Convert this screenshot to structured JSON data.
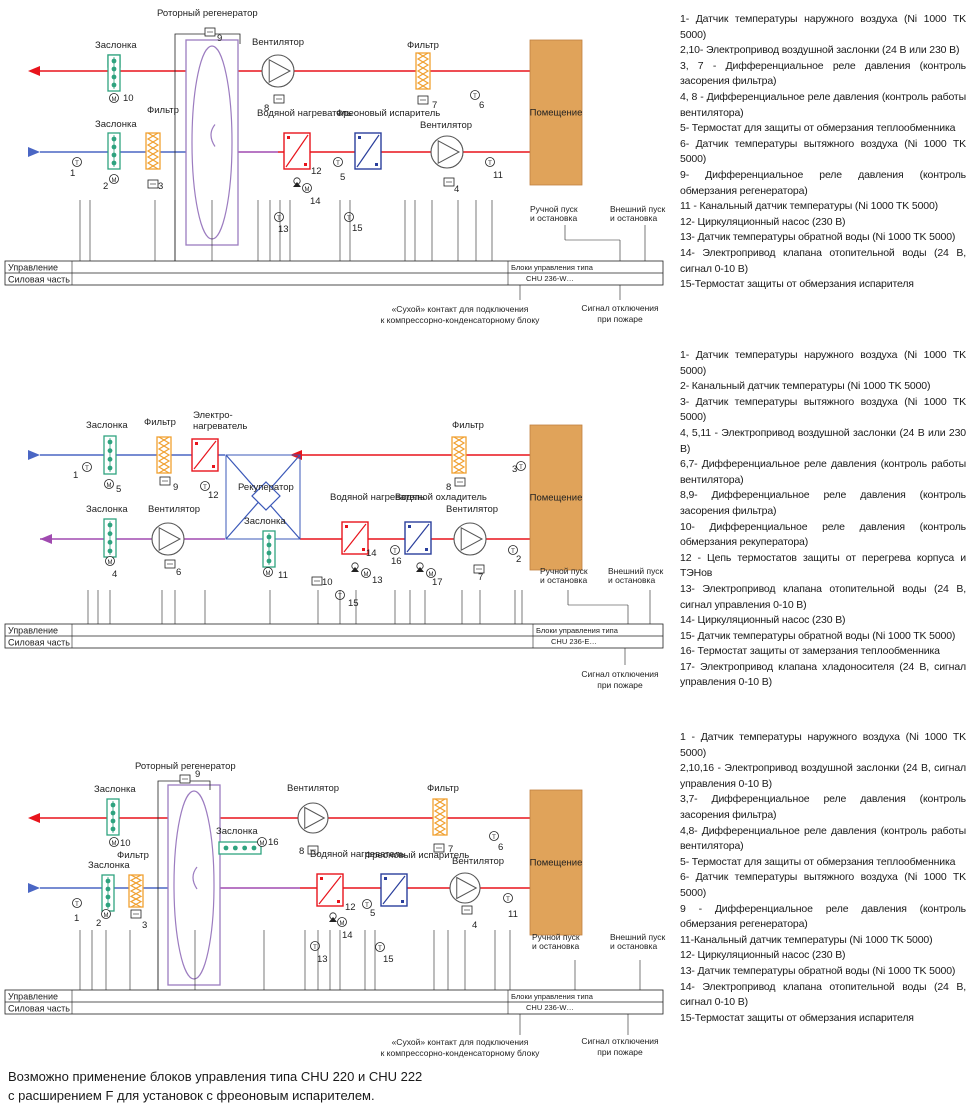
{
  "diagrams": [
    {
      "labels": {
        "regen": "Роторный регенератор",
        "damper_top": "Заслонка",
        "damper_bottom": "Заслонка",
        "filter_in": "Фильтр",
        "fan_top": "Вентилятор",
        "heater": "Водяной нагреватель",
        "evaporator": "Фреоновый испаритель",
        "filter_top": "Фильтр",
        "fan_bottom": "Вентилятор",
        "room": "Помещение",
        "manual": "Ручной пуск и остановка",
        "external": "Внешний пуск и остановка",
        "control": "Управление",
        "power": "Силовая часть",
        "blocks": "Блоки управления типа CHU 236-W…",
        "dry_contact": "«Сухой» контакт для подключения к компрессорно-конденсаторному блоку",
        "fire": "Сигнал отключения при пожаре"
      },
      "numbers": [
        "1",
        "2",
        "3",
        "4",
        "5",
        "6",
        "7",
        "8",
        "9",
        "10",
        "11",
        "12",
        "13",
        "14",
        "15"
      ]
    },
    {
      "labels": {
        "damper_top": "Заслонка",
        "filter_in": "Фильтр",
        "el_heater": "Электро-нагреватель",
        "recuperator": "Рекуператор",
        "filter_top": "Фильтр",
        "room": "Помещение",
        "damper_bottom": "Заслонка",
        "fan_bottom": "Вентилятор",
        "damper_bypass": "Заслонка",
        "heater": "Водяной нагреватель",
        "cooler": "Водяной охладитель",
        "fan_in": "Вентилятор",
        "manual": "Ручной пуск и остановка",
        "external": "Внешний пуск и остановка",
        "control": "Управление",
        "power": "Силовая часть",
        "blocks": "Блоки управления типа CHU 236-E…",
        "fire": "Сигнал отключения при пожаре"
      },
      "numbers": [
        "1",
        "2",
        "3",
        "4",
        "5",
        "6",
        "7",
        "8",
        "9",
        "10",
        "11",
        "12",
        "13",
        "14",
        "15",
        "16",
        "17"
      ]
    },
    {
      "labels": {
        "regen": "Роторный регенератор",
        "damper_top": "Заслонка",
        "damper_bottom": "Заслонка",
        "filter_in": "Фильтр",
        "fan_top": "Вентилятор",
        "damper_bypass": "Заслонка",
        "heater": "Водяной нагреватель",
        "evaporator": "Фреоновый испаритель",
        "filter_top": "Фильтр",
        "fan_bottom": "Вентилятор",
        "room": "Помещение",
        "manual": "Ручной пуск и остановка",
        "external": "Внешний пуск и остановка",
        "control": "Управление",
        "power": "Силовая часть",
        "blocks": "Блоки управления типа CHU 236-W…",
        "dry_contact": "«Сухой» контакт для подключения к компрессорно-конденсаторному блоку",
        "fire": "Сигнал отключения при пожаре"
      },
      "numbers": [
        "1",
        "2",
        "3",
        "4",
        "5",
        "6",
        "7",
        "8",
        "9",
        "10",
        "11",
        "12",
        "13",
        "14",
        "15",
        "16"
      ]
    }
  ],
  "legends": [
    [
      "1- Датчик температуры наружного воздуха (Ni 1000 TK 5000)",
      "2,10- Электропривод воздушной заслонки (24 В или 230 В)",
      "3, 7 - Дифференциальное реле давления (контроль засорения фильтра)",
      "4, 8 - Дифференциальное реле давления (контроль работы вентилятора)",
      "5- Термостат для защиты от обмерзания теплообменника",
      "6- Датчик температуры вытяжного воздуха (Ni 1000 TK 5000)",
      "9- Дифференциальное реле давления (контроль обмерзания регенератора)",
      "11 - Канальный датчик температуры (Ni 1000 TK 5000)",
      "12- Циркуляционный насос (230 В)",
      "13- Датчик температуры обратной воды (Ni 1000 TK 5000)",
      "14- Электропривод клапана отопительной воды (24 В, сигнал 0-10 В)",
      "15-Термостат защиты от обмерзания испарителя"
    ],
    [
      "1- Датчик температуры наружного воздуха (Ni 1000 TK 5000)",
      "2- Канальный датчик температуры (Ni 1000 TK 5000)",
      "3- Датчик температуры вытяжного воздуха (Ni 1000 TK 5000)",
      "4, 5,11 - Электропривод воздушной заслонки (24 В или 230 В)",
      "6,7- Дифференциальное реле давления (контроль работы вентилятора)",
      "8,9- Дифференциальное реле давления (контроль засорения фильтра)",
      "10- Дифференциальное реле давления (контроль обмерзания рекуператора)",
      "12 - Цепь термостатов защиты от перегрева корпуса и ТЭНов",
      "13- Электропривод клапана отопительной воды (24 В, сигнал управления 0-10 В)",
      "14- Циркуляционный насос (230 В)",
      "15- Датчик температуры обратной воды (Ni 1000 TK 5000)",
      "16- Термостат защиты от замерзания теплообменника",
      "17- Электропривод клапана хладоносителя (24 В, сигнал управления 0-10 В)"
    ],
    [
      "1 - Датчик температуры наружного воздуха (Ni 1000 TK 5000)",
      "2,10,16 - Электропривод воздушной заслонки (24 В, сигнал управления 0-10 В)",
      "3,7- Дифференциальное реле давления (контроль засорения фильтра)",
      "4,8- Дифференциальное реле давления (контроль работы вентилятора)",
      "5- Термостат для защиты от обмерзания теплообменника",
      "6- Датчик температуры вытяжного воздуха (Ni 1000 TK 5000)",
      "9 - Дифференциальное реле давления (контроль обмерзания регенератора)",
      "11-Канальный датчик температуры (Ni 1000 TK 5000)",
      "12- Циркуляционный насос (230 В)",
      "13- Датчик температуры обратной воды (Ni 1000 TK 5000)",
      "14- Электропривод клапана отопительной воды (24 В, сигнал 0-10 В)",
      "15-Термостат защиты от обмерзания испарителя"
    ]
  ],
  "footnote": [
    "Возможно применение блоков управления типа CHU 220 и CHU 222",
    "с расширением F для установок с фреоновым испарителем."
  ],
  "colors": {
    "exhaust": "#e8141c",
    "supply": "#4a66c4",
    "supply_mixed": "#a04ab0",
    "room": "#e0a35a",
    "damper": "#2fa37f",
    "filter": "#f0a030",
    "heater": "#e8141c",
    "cooler": "#2a3f9c",
    "recuperator": "#3b58b8",
    "rotor": "#9c7cc0"
  }
}
